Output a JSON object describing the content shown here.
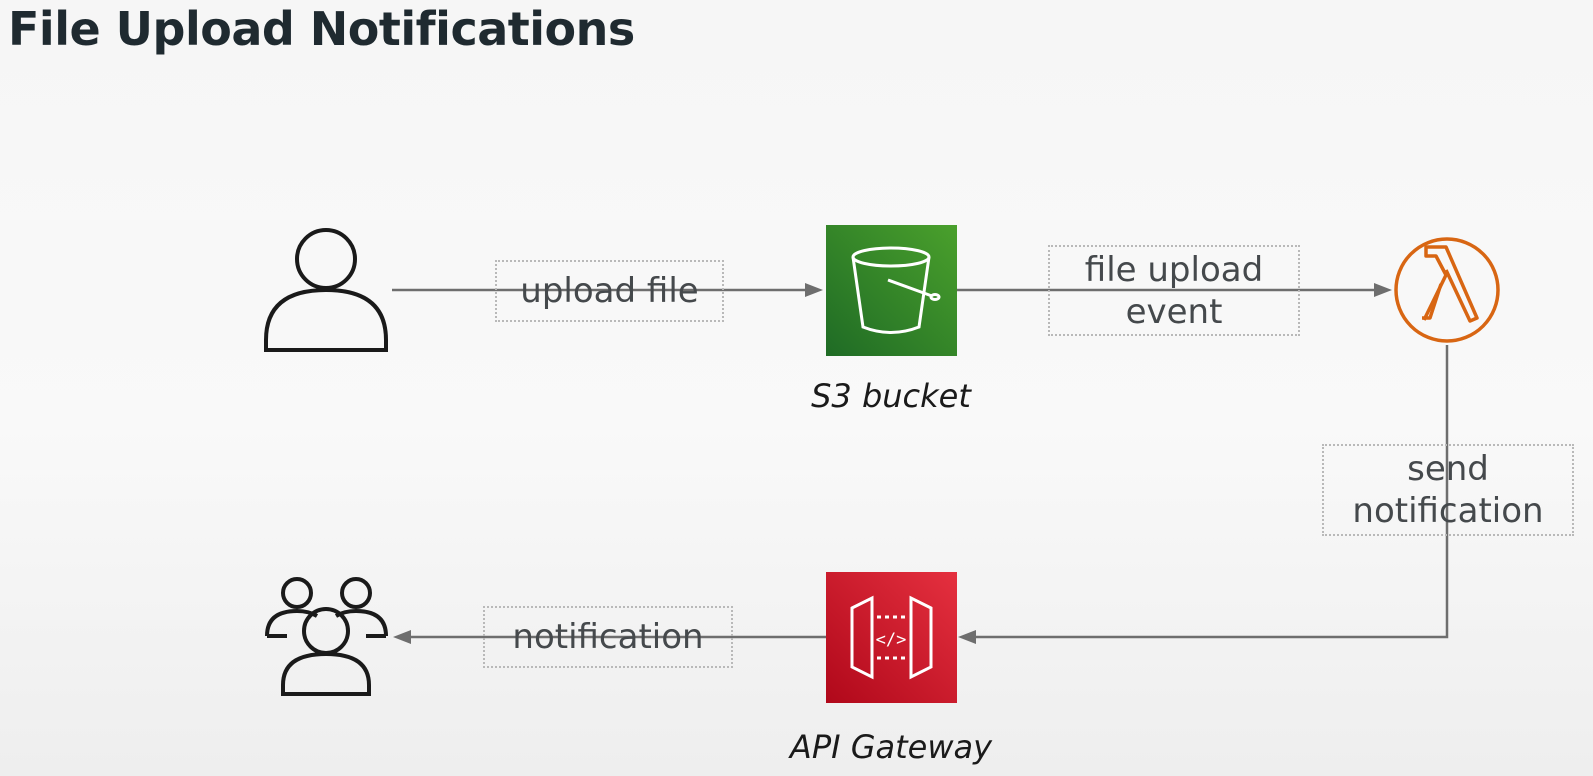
{
  "title": "File Upload Notifications",
  "nodes": {
    "user": {
      "icon": "user-icon"
    },
    "s3": {
      "icon": "s3-bucket-icon",
      "caption": "S3 bucket",
      "color": "#3b8b2a"
    },
    "lambda": {
      "icon": "lambda-icon",
      "color": "#d86613"
    },
    "api_gateway": {
      "icon": "api-gateway-icon",
      "caption": "API Gateway",
      "color": "#c7131f"
    },
    "users": {
      "icon": "users-group-icon"
    }
  },
  "edges": {
    "upload_file": "upload file",
    "file_upload_event": "file upload event",
    "send_notification": "send notification",
    "notification": "notification"
  },
  "colors": {
    "line": "#6e6e6e",
    "label_border": "#b9b9b9"
  }
}
